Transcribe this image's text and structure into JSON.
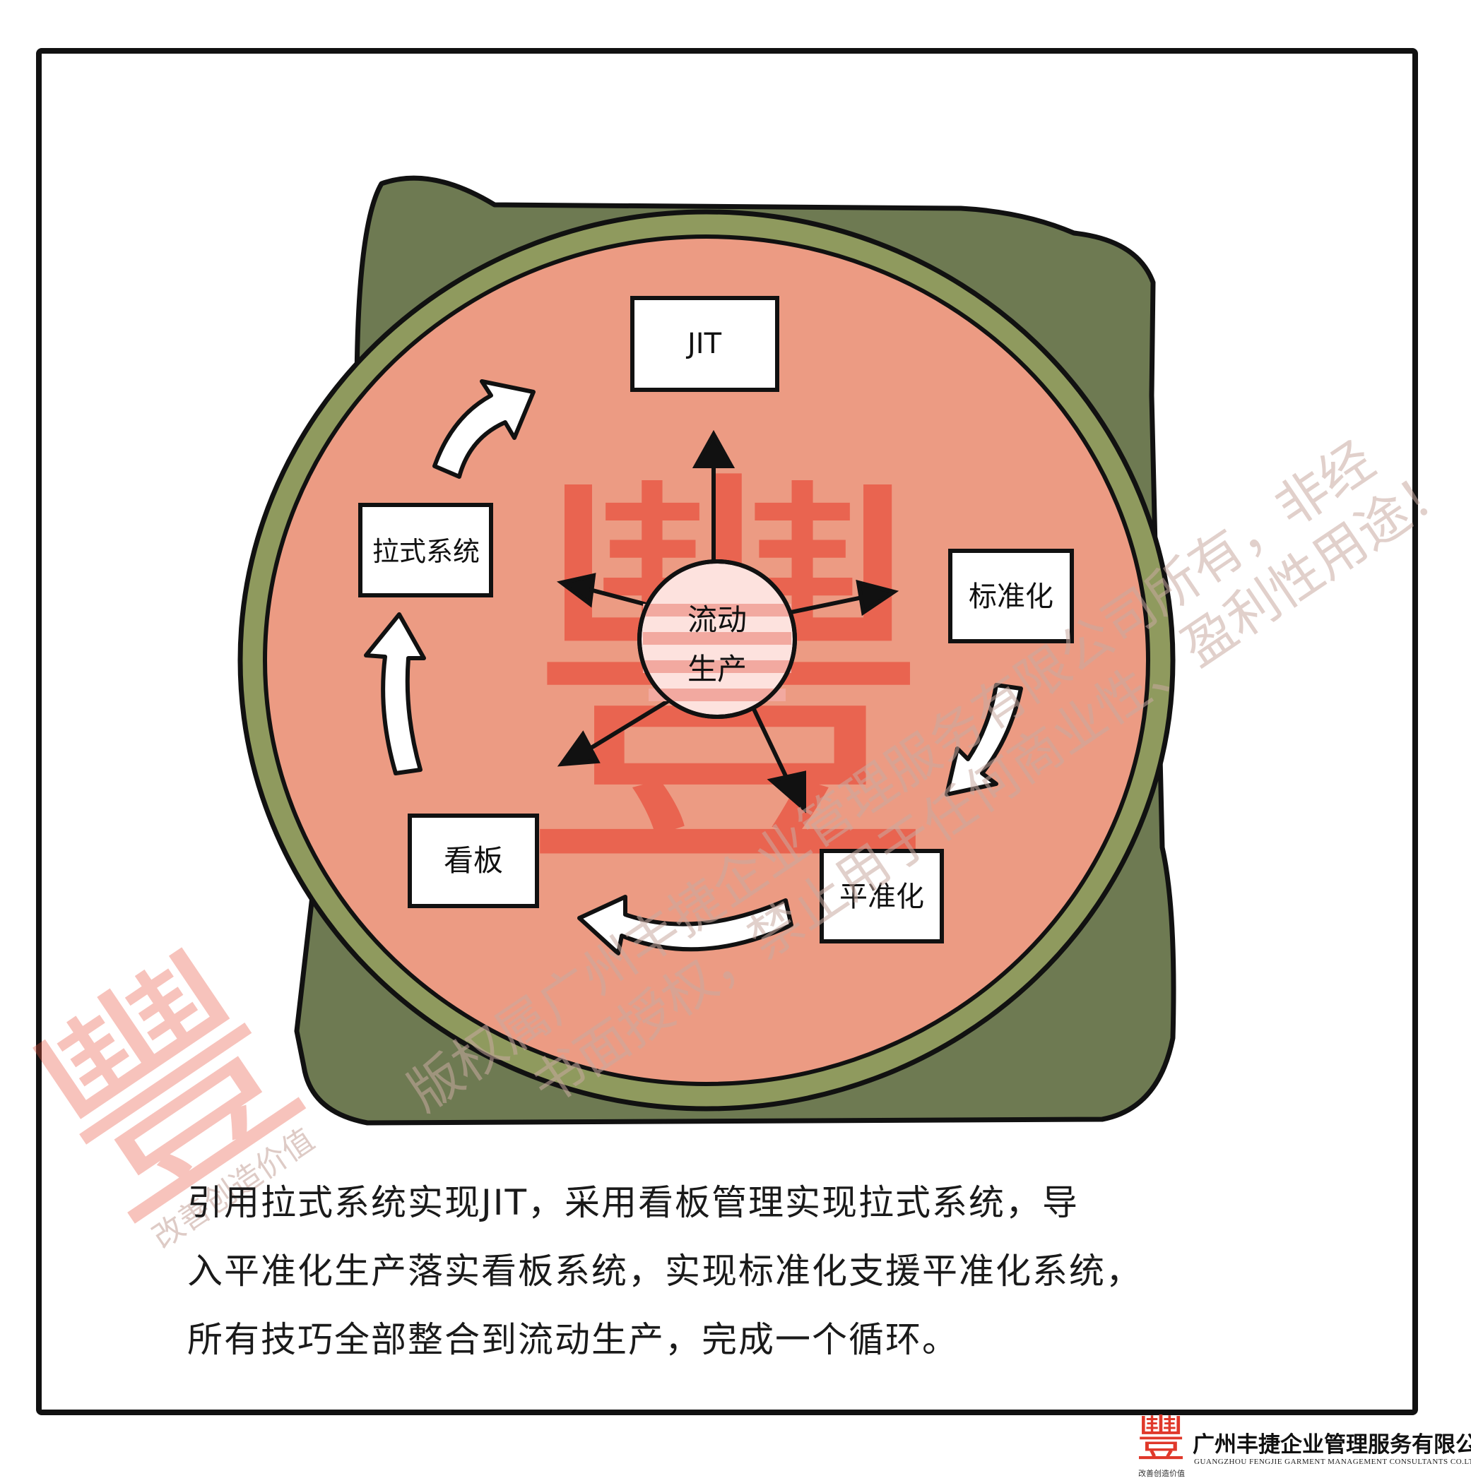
{
  "diagram": {
    "top_node": "JIT",
    "center_node_line1": "流动",
    "center_node_line2": "生产",
    "nodes": {
      "pull_system": "拉式系统",
      "standardization": "标准化",
      "leveling": "平准化",
      "kanban": "看板"
    }
  },
  "caption": {
    "line1": "引用拉式系统实现JIT，采用看板管理实现拉式系统，导",
    "line2": "入平准化生产落实看板系统，实现标准化支援平准化系统，",
    "line3": "所有技巧全部整合到流动生产，完成一个循环。"
  },
  "watermark": {
    "logo_char": "豐",
    "copyright_line1": "版权属广州丰捷企业管理服务有限公司所有，非经",
    "copyright_line2": "书面授权，禁止用于任何商业性、盈利性用途！",
    "slogan": "改善创造价值"
  },
  "footer": {
    "company_cn": "广州丰捷企业管理服务有限公司",
    "company_en": "GUANGZHOU FENGJIE GARMENT MANAGEMENT CONSULTANTS CO.LTD",
    "slogan": "改善创造价值"
  },
  "colors": {
    "frame_border": "#111111",
    "bag_olive": "#6e7a52",
    "ring_green": "#8f9a5e",
    "disc_salmon": "#ec9b83",
    "watermark_red": "#e8523f",
    "arrow_white": "#ffffff"
  }
}
